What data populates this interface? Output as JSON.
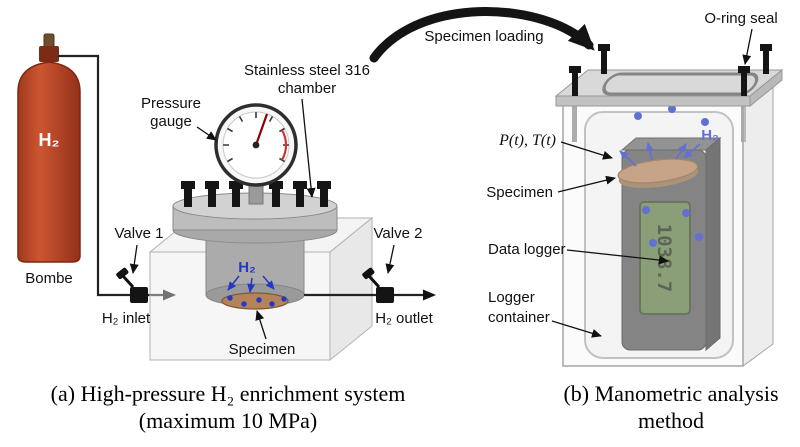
{
  "colors": {
    "h2_blue": "#2438c8",
    "cylinder_red": "#c14a2a",
    "display_green": "#5d7a42",
    "chamber_gray": "#e7e7e7"
  },
  "panel_a": {
    "cylinder_text": "H₂",
    "cylinder_name": "Bombe",
    "gauge_label_line1": "Pressure",
    "gauge_label_line2": "gauge",
    "chamber_label_line1": "Stainless steel 316",
    "chamber_label_line2": "chamber",
    "valve1_label": "Valve 1",
    "valve2_label": "Valve 2",
    "inlet_label": "H₂ inlet",
    "outlet_label": "H₂ outlet",
    "h2_label": "H₂",
    "specimen_label": "Specimen",
    "caption_line1": "(a) High-pressure H₂ enrichment system",
    "caption_line2": "(maximum 10 MPa)"
  },
  "transfer": {
    "arrow_label": "Specimen loading"
  },
  "panel_b": {
    "oring_label": "O-ring seal",
    "pt_label": "P(t), T(t)",
    "specimen_label": "Specimen",
    "datalogger_label": "Data logger",
    "container_label_line1": "Logger",
    "container_label_line2": "container",
    "h2_label": "H₂",
    "display_value": "1038.7",
    "caption_line1": "(b) Manometric analysis",
    "caption_line2": "method"
  }
}
